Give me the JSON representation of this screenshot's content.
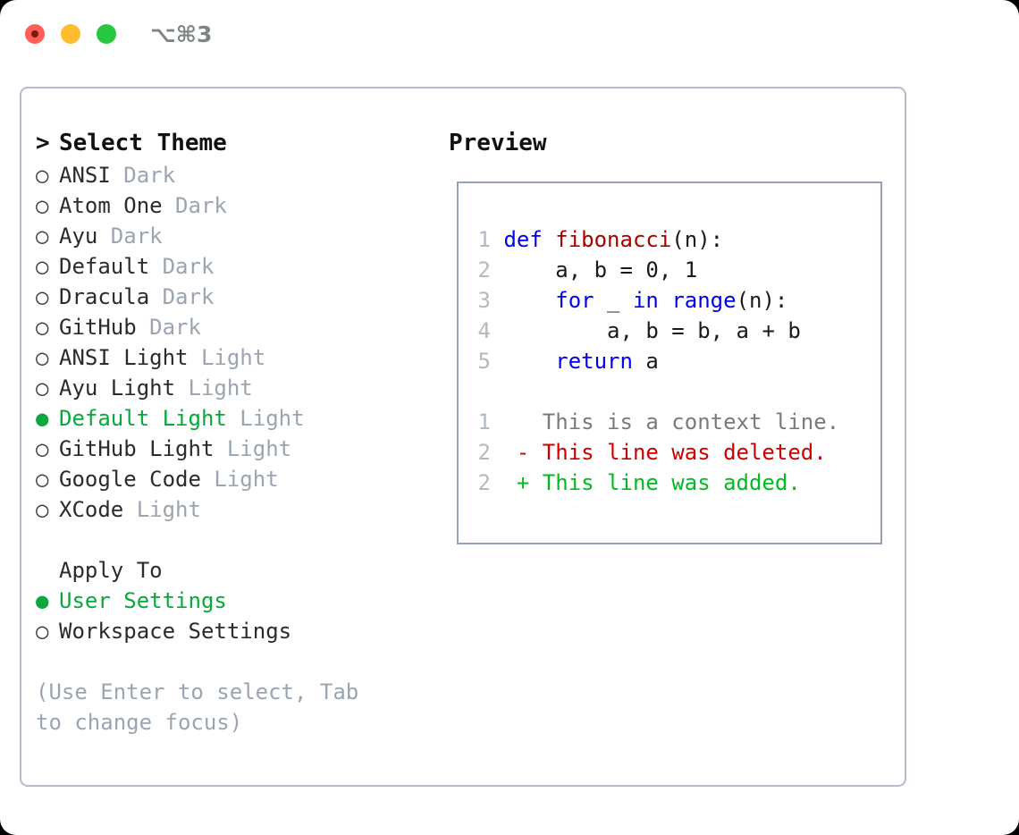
{
  "titlebar": {
    "shortcut": "⌥⌘3",
    "buttons": [
      "close-button",
      "minimize-button",
      "maximize-button"
    ]
  },
  "theme_list": {
    "title": "Select Theme",
    "caret": ">",
    "bullet_unselected": "○",
    "bullet_selected": "●",
    "items": [
      {
        "name": "ANSI",
        "tag": "Dark",
        "selected": false
      },
      {
        "name": "Atom One",
        "tag": "Dark",
        "selected": false
      },
      {
        "name": "Ayu",
        "tag": "Dark",
        "selected": false
      },
      {
        "name": "Default",
        "tag": "Dark",
        "selected": false
      },
      {
        "name": "Dracula",
        "tag": "Dark",
        "selected": false
      },
      {
        "name": "GitHub",
        "tag": "Dark",
        "selected": false
      },
      {
        "name": "ANSI Light",
        "tag": "Light",
        "selected": false
      },
      {
        "name": "Ayu Light",
        "tag": "Light",
        "selected": false
      },
      {
        "name": "Default Light",
        "tag": "Light",
        "selected": true
      },
      {
        "name": "GitHub Light",
        "tag": "Light",
        "selected": false
      },
      {
        "name": "Google Code",
        "tag": "Light",
        "selected": false
      },
      {
        "name": "XCode",
        "tag": "Light",
        "selected": false
      }
    ]
  },
  "apply_to": {
    "header": "Apply To",
    "items": [
      {
        "name": "User Settings",
        "selected": true
      },
      {
        "name": "Workspace Settings",
        "selected": false
      }
    ]
  },
  "hint": "(Use Enter to select, Tab to change focus)",
  "preview": {
    "title": "Preview",
    "code_lines": [
      {
        "num": "1",
        "tokens": [
          {
            "t": "def ",
            "c": "kw"
          },
          {
            "t": "fibonacci",
            "c": "fn"
          },
          {
            "t": "(n):",
            "c": "pln"
          }
        ]
      },
      {
        "num": "2",
        "tokens": [
          {
            "t": "    a, b = 0, 1",
            "c": "pln"
          }
        ]
      },
      {
        "num": "3",
        "tokens": [
          {
            "t": "    ",
            "c": "pln"
          },
          {
            "t": "for",
            "c": "kw"
          },
          {
            "t": " _ ",
            "c": "pln"
          },
          {
            "t": "in",
            "c": "kw"
          },
          {
            "t": " ",
            "c": "pln"
          },
          {
            "t": "range",
            "c": "kw"
          },
          {
            "t": "(n):",
            "c": "pln"
          }
        ]
      },
      {
        "num": "4",
        "tokens": [
          {
            "t": "        a, b = b, a + b",
            "c": "pln"
          }
        ]
      },
      {
        "num": "5",
        "tokens": [
          {
            "t": "    ",
            "c": "pln"
          },
          {
            "t": "return",
            "c": "kw"
          },
          {
            "t": " a",
            "c": "pln"
          }
        ]
      }
    ],
    "diff_lines": [
      {
        "num": "1",
        "marker": "  ",
        "text": "This is a context line.",
        "kind": "ctx"
      },
      {
        "num": "2",
        "marker": "- ",
        "text": "This line was deleted.",
        "kind": "del"
      },
      {
        "num": "2",
        "marker": "+ ",
        "text": "This line was added.",
        "kind": "add"
      }
    ]
  },
  "colors": {
    "accent_green": "#0aa83c",
    "tag_gray": "#9aa5b1",
    "keyword_blue": "#0000ee",
    "function_red": "#aa0000",
    "diff_delete": "#cc0000",
    "diff_add": "#00bb22",
    "panel_border": "#b3bdc9",
    "preview_border": "#98a3b2"
  }
}
